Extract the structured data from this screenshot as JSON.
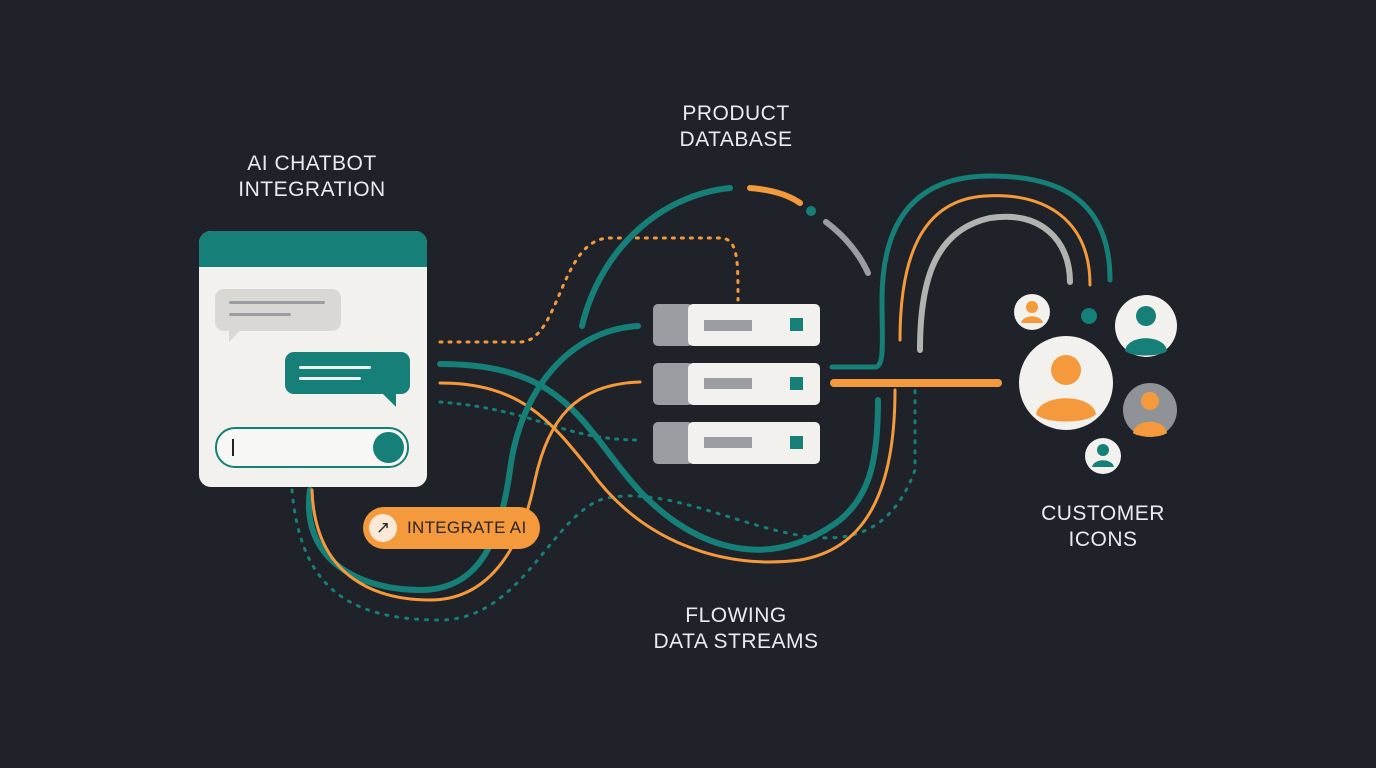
{
  "labels": {
    "chatbot": [
      "AI CHATBOT",
      "INTEGRATION"
    ],
    "database": [
      "PRODUCT",
      "DATABASE"
    ],
    "streams": [
      "FLOWING",
      "DATA STREAMS"
    ],
    "customers": [
      "CUSTOMER",
      "ICONS"
    ]
  },
  "cta": {
    "label": "INTEGRATE AI",
    "icon": "arrow-up-right-icon"
  },
  "colors": {
    "background": "#1f2329",
    "teal": "#167f78",
    "orange": "#f59a3c",
    "light_gray": "#f2f1ee",
    "mid_gray": "#9a9ea3"
  },
  "chat": {
    "incoming_bubble": "message-bubble-incoming",
    "outgoing_bubble": "message-bubble-outgoing",
    "input": "chat-input-field",
    "send": "send-button"
  },
  "database": {
    "rack_units": 3
  },
  "customers": {
    "avatar_count": 5
  }
}
